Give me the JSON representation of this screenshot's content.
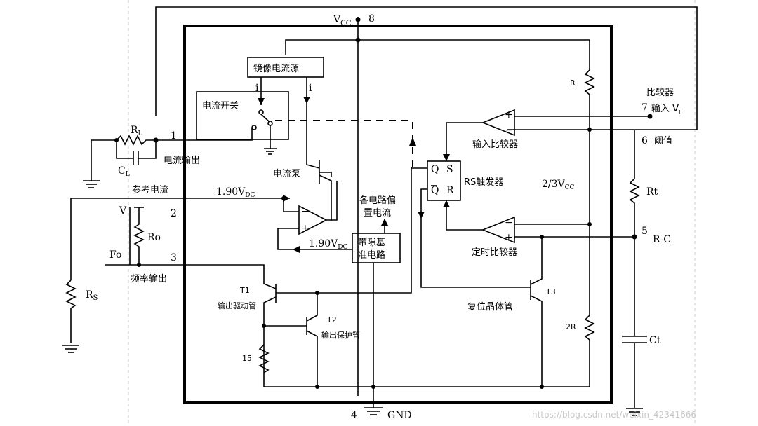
{
  "labels": {
    "vcc": "V",
    "vcc_sub": "CC",
    "pin8": "8",
    "pin1": "1",
    "pin2": "2",
    "pin3": "3",
    "pin4": "4",
    "pin5": "5",
    "pin6": "6",
    "pin7": "7",
    "gnd": "GND",
    "mirror_current_source": "镜像电流源",
    "current_i_left": "i",
    "current_i_right": "i",
    "current_switch": "电流开关",
    "rl": "R",
    "rl_sub": "L",
    "cl": "C",
    "cl_sub": "L",
    "current_output": "电流输出",
    "current_pump": "电流泵",
    "reference_current": "参考电流",
    "v190_top": "1.90V",
    "v190_top_sub": "DC",
    "v190_bottom": "1.90V",
    "v190_bottom_sub": "DC",
    "bias_current": "各电路偏",
    "bias_current_2": "置电流",
    "bandgap": "带隙基",
    "bandgap_2": "准电路",
    "v_label": "V",
    "ro": "Ro",
    "fo": "Fo",
    "rs": "R",
    "rs_sub": "S",
    "freq_output": "频率输出",
    "t1": "T1",
    "t1_name": "输出驱动管",
    "t2": "T2",
    "t2_name": "输出保护管",
    "r15": "15",
    "r_top": "R",
    "r_bottom": "2R",
    "comparator_group": "比较器",
    "input_vi": "输入 V",
    "input_vi_sub": "i",
    "threshold": "阈值",
    "input_comparator": "输入比较器",
    "rs_flipflop": "RS触发器",
    "q": "Q",
    "qbar": "Q",
    "s": "S",
    "r": "R",
    "two_thirds_vcc": "2/3V",
    "two_thirds_vcc_sub": "CC",
    "rt": "Rt",
    "rc": "R-C",
    "timing_comparator": "定时比较器",
    "reset_transistor": "复位晶体管",
    "t3": "T3",
    "ct": "Ct",
    "watermark": "https://blog.csdn.net/weixin_42341666"
  }
}
